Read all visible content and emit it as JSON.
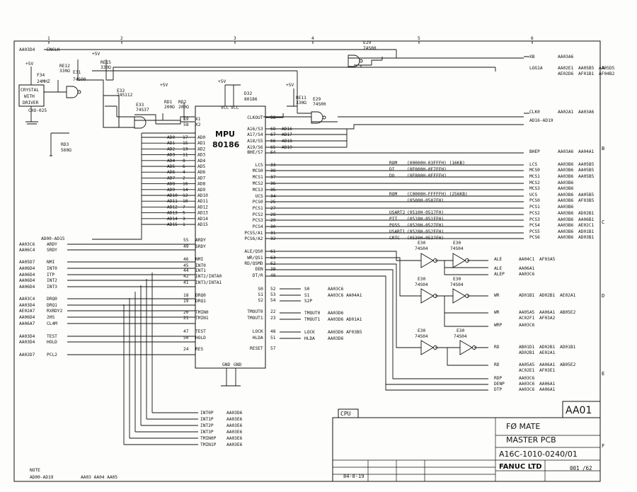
{
  "left_inputs": [
    {
      "ref": "AA03D4",
      "sig": "ENCLK"
    },
    {
      "ref": "AA03C6",
      "sig": "ARDY"
    },
    {
      "ref": "AA06C4",
      "sig": "SRDY"
    },
    {
      "ref": "AA05D7",
      "sig": "NMI"
    },
    {
      "ref": "AA06D4",
      "sig": "INT0"
    },
    {
      "ref": "AA06D4",
      "sig": "ITP"
    },
    {
      "ref": "AA06D4",
      "sig": "INT2"
    },
    {
      "ref": "AA06D4",
      "sig": "INT3"
    },
    {
      "ref": "AA03C4",
      "sig": "DRQ0"
    },
    {
      "ref": "AA03D4",
      "sig": "DRQ1"
    },
    {
      "ref": "AE02A7",
      "sig": "RXRDY2"
    },
    {
      "ref": "AA06D4",
      "sig": "2HS"
    },
    {
      "ref": "AA06A7",
      "sig": "CL4M"
    },
    {
      "ref": "AA03D4",
      "sig": "TEST"
    },
    {
      "ref": "AA03D4",
      "sig": "HOLD"
    },
    {
      "ref": "AA02D7",
      "sig": "PCL2"
    }
  ],
  "addr_bus_label": "AD00-AD15",
  "pwr": "+5V",
  "osc": {
    "label1": "CRYSTAL",
    "label2": "WITH",
    "label3": "DRIVER",
    "part": "CXO-025",
    "ref": "F34",
    "freq": "24MHZ"
  },
  "resistors": [
    {
      "ref": "RE12",
      "val": "330Ω"
    },
    {
      "ref": "RE15",
      "val": "330Ω"
    },
    {
      "ref": "RD3",
      "val": "560Ω"
    },
    {
      "ref": "RD1",
      "val": "200Ω"
    },
    {
      "ref": "RD2",
      "val": "200Ω"
    },
    {
      "ref": "RE11",
      "val": "330Ω"
    }
  ],
  "gates": [
    {
      "ref": "E31",
      "part": "74S00"
    },
    {
      "ref": "E32",
      "part": "74S112"
    },
    {
      "ref": "E33",
      "part": "74S37"
    },
    {
      "ref": "E29",
      "part": "74S00"
    },
    {
      "ref": "E29",
      "part": "74S00"
    },
    {
      "ref": "E30",
      "part": "74S04"
    }
  ],
  "mpu": {
    "ref": "D32",
    "part": "80186",
    "title": "MPU",
    "name": "80186",
    "vcc1": "VCC",
    "vcc2": "VCC",
    "gnd1": "GND",
    "gnd2": "GND"
  },
  "left_pins": [
    {
      "sig": "AD0",
      "pin": "17"
    },
    {
      "sig": "AD1",
      "pin": "15"
    },
    {
      "sig": "AD2",
      "pin": "13"
    },
    {
      "sig": "AD3",
      "pin": "11"
    },
    {
      "sig": "AD4",
      "pin": "8"
    },
    {
      "sig": "AD5",
      "pin": "6"
    },
    {
      "sig": "AD6",
      "pin": "4"
    },
    {
      "sig": "AD7",
      "pin": "2"
    },
    {
      "sig": "AD8",
      "pin": "16"
    },
    {
      "sig": "AD9",
      "pin": "14"
    },
    {
      "sig": "AD10",
      "pin": "12"
    },
    {
      "sig": "AD11",
      "pin": "10"
    },
    {
      "sig": "AD12",
      "pin": "7"
    },
    {
      "sig": "AD13",
      "pin": "5"
    },
    {
      "sig": "AD14",
      "pin": "3"
    },
    {
      "sig": "AD15",
      "pin": "1"
    }
  ],
  "left_ctrl_pins": [
    {
      "sig": "ARDY",
      "pin": "55"
    },
    {
      "sig": "SRDY",
      "pin": "49"
    },
    {
      "sig": "NMI",
      "pin": "46"
    },
    {
      "sig": "INT0",
      "pin": "45"
    },
    {
      "sig": "INT1",
      "pin": "44"
    },
    {
      "sig": "INT2/INTA0",
      "pin": "42"
    },
    {
      "sig": "INT3/INTA1",
      "pin": "41"
    },
    {
      "sig": "DRQ0",
      "pin": "18"
    },
    {
      "sig": "DRQ1",
      "pin": "19"
    },
    {
      "sig": "TMIN0",
      "pin": "20"
    },
    {
      "sig": "TMIN1",
      "pin": "21"
    },
    {
      "sig": "TEST",
      "pin": "47"
    },
    {
      "sig": "HOLD",
      "pin": "50"
    },
    {
      "sig": "RES",
      "pin": "24"
    },
    {
      "sig": "X1",
      "pin": "59"
    },
    {
      "sig": "X2",
      "pin": "58"
    }
  ],
  "right_pins": [
    {
      "sig": "CLKOUT",
      "pin": "56"
    },
    {
      "sig": "A16/S3",
      "pin": "68"
    },
    {
      "sig": "A17/S4",
      "pin": "67"
    },
    {
      "sig": "A18/S5",
      "pin": "66"
    },
    {
      "sig": "A19/S6",
      "pin": "65"
    },
    {
      "sig": "BHE/S7",
      "pin": "64"
    },
    {
      "sig": "LCS",
      "pin": "33"
    },
    {
      "sig": "MCS0",
      "pin": "38"
    },
    {
      "sig": "MCS1",
      "pin": "37"
    },
    {
      "sig": "MCS2",
      "pin": "36"
    },
    {
      "sig": "MCS3",
      "pin": "35"
    },
    {
      "sig": "UCS",
      "pin": "34"
    },
    {
      "sig": "PCS0",
      "pin": "25"
    },
    {
      "sig": "PCS1",
      "pin": "27"
    },
    {
      "sig": "PCS2",
      "pin": "28"
    },
    {
      "sig": "PCS3",
      "pin": "29"
    },
    {
      "sig": "PCS4",
      "pin": "30"
    },
    {
      "sig": "PCS5/A1",
      "pin": "31"
    },
    {
      "sig": "PCS6/A2",
      "pin": "32"
    },
    {
      "sig": "ALE/QS0",
      "pin": "61"
    },
    {
      "sig": "WR/QS1",
      "pin": "63"
    },
    {
      "sig": "RD/QSMD",
      "pin": "62"
    },
    {
      "sig": "DEN",
      "pin": "39"
    },
    {
      "sig": "DT/R",
      "pin": "40"
    },
    {
      "sig": "S0",
      "pin": "52"
    },
    {
      "sig": "S1",
      "pin": "53"
    },
    {
      "sig": "S2",
      "pin": "54"
    },
    {
      "sig": "TMOUT0",
      "pin": "22"
    },
    {
      "sig": "TMOUT1",
      "pin": "23"
    },
    {
      "sig": "LOCK",
      "pin": "48"
    },
    {
      "sig": "HLDA",
      "pin": "51"
    },
    {
      "sig": "RESET",
      "pin": "57"
    }
  ],
  "mem_map": [
    {
      "net": "ROM",
      "range": "(00000H-03FFFH) (16KB)"
    },
    {
      "net": "DI",
      "range": "(0E000H-0E7FFH)"
    },
    {
      "net": "DO",
      "range": "(0E800H-0EFFFH)"
    },
    {
      "net": "ROM",
      "range": "(C0000H-FFFFFH) (256KB)"
    },
    {
      "net": "",
      "range": "(0500H-0507FH)"
    },
    {
      "net": "USART2",
      "range": "(0510H-0517FH)"
    },
    {
      "net": "PIT",
      "range": "(0518H-051FFH)"
    },
    {
      "net": "POSS",
      "range": "(0520H-0527FH)"
    },
    {
      "net": "USART1",
      "range": "(0528H-052FFH)"
    },
    {
      "net": "CRTC",
      "range": "(0530H-0537FH)"
    }
  ],
  "right_outputs": [
    {
      "sig": "XB",
      "ref": "AA03A6"
    },
    {
      "sig": "LOG1A",
      "ref": "AA02E1 AA05B5 AA05D5 AE02D6 AF01B1 AF04B2"
    },
    {
      "sig": "CLK0",
      "ref": "AA02A1 AA03A6"
    },
    {
      "sig": "AD16-AD19",
      "ref": ""
    },
    {
      "sig": "BHEP",
      "ref": "AA03A6 AA04A1"
    },
    {
      "sig": "LCS",
      "ref": "AA03B6 AA05B5"
    },
    {
      "sig": "MCS0",
      "ref": "AA03B6 AA05B5"
    },
    {
      "sig": "MCS1",
      "ref": "AA03B6 AA05B5"
    },
    {
      "sig": "MCS2",
      "ref": "AA03B6"
    },
    {
      "sig": "MCS3",
      "ref": "AA03B6"
    },
    {
      "sig": "UCS",
      "ref": "AA03B6 AA05B5"
    },
    {
      "sig": "PCS0",
      "ref": "AA03B6 AF03B5"
    },
    {
      "sig": "PCS1",
      "ref": "AA03B6"
    },
    {
      "sig": "PCS2",
      "ref": "AA03B6 AD02B1"
    },
    {
      "sig": "PCS3",
      "ref": "AA03B6 AA06B1"
    },
    {
      "sig": "PCS4",
      "ref": "AA03B6 AE02C1"
    },
    {
      "sig": "PCS5",
      "ref": "AA03B6 AD01B1"
    },
    {
      "sig": "PCS6",
      "ref": "AA03B6 AD03B1"
    },
    {
      "sig": "ALE",
      "ref": "AA04C1 AF03A5"
    },
    {
      "sig": "ALE",
      "ref": "AA06A1"
    },
    {
      "sig": "ALEP",
      "ref": "AA03C6"
    },
    {
      "sig": "WR",
      "ref": "AD01B1 AD02B1 AE02A1"
    },
    {
      "sig": "WR",
      "ref": "AA05A5 AA06A1 AB05E2 AC02F1 AF03A2"
    },
    {
      "sig": "WRP",
      "ref": "AA03C6"
    },
    {
      "sig": "RD",
      "ref": "AB01D1 AD02B1 AD01B1 AD02B1 AE02A1"
    },
    {
      "sig": "RD",
      "ref": "AA05A5 AA06A1 AB05E2 AC02E1 AF03E1"
    },
    {
      "sig": "RDP",
      "ref": "AA03C6"
    },
    {
      "sig": "DENP",
      "ref": "AA03C6 AA06A1"
    },
    {
      "sig": "DTP",
      "ref": "AA03C6 AA06A1"
    }
  ],
  "mid_outputs": [
    {
      "sig": "S0",
      "ref": "AA03C6"
    },
    {
      "sig": "S1",
      "ref": "AA03C6 AA04A1"
    },
    {
      "sig": "S2P",
      "ref": ""
    },
    {
      "sig": "TMOUT0",
      "ref": "AA03D6"
    },
    {
      "sig": "TMOUT1",
      "ref": "AA03D6 AD01A1"
    },
    {
      "sig": "LOCK",
      "ref": "AA03D6 AF03B5"
    },
    {
      "sig": "HLDA",
      "ref": "AA03D6"
    }
  ],
  "bottom_nets": [
    {
      "sig": "INT0P",
      "ref": "AA03D6"
    },
    {
      "sig": "INT1P",
      "ref": "AA03E6"
    },
    {
      "sig": "INT2P",
      "ref": "AA03E6"
    },
    {
      "sig": "INT3P",
      "ref": "AA03E6"
    },
    {
      "sig": "TMIN0P",
      "ref": "AA03E6"
    },
    {
      "sig": "TMIN1P",
      "ref": "AA03E6"
    }
  ],
  "note": {
    "label": "NOTE",
    "text": "AD00-AD19",
    "refs": "AA03 AA04 AA05"
  },
  "title_block": {
    "section": "CPU",
    "sheet_id": "AA01",
    "title1": "FØ MATE",
    "title2": "MASTER PCB",
    "drawing_no": "A16C-1010-0240/01",
    "company": "FANUC LTD",
    "sheet": "001",
    "sheets": "/62",
    "date": "84-8-19"
  },
  "grid_cols": [
    "1",
    "2",
    "3",
    "4",
    "5",
    "6"
  ],
  "grid_rows": [
    "A",
    "B",
    "C",
    "D",
    "E",
    "F"
  ]
}
